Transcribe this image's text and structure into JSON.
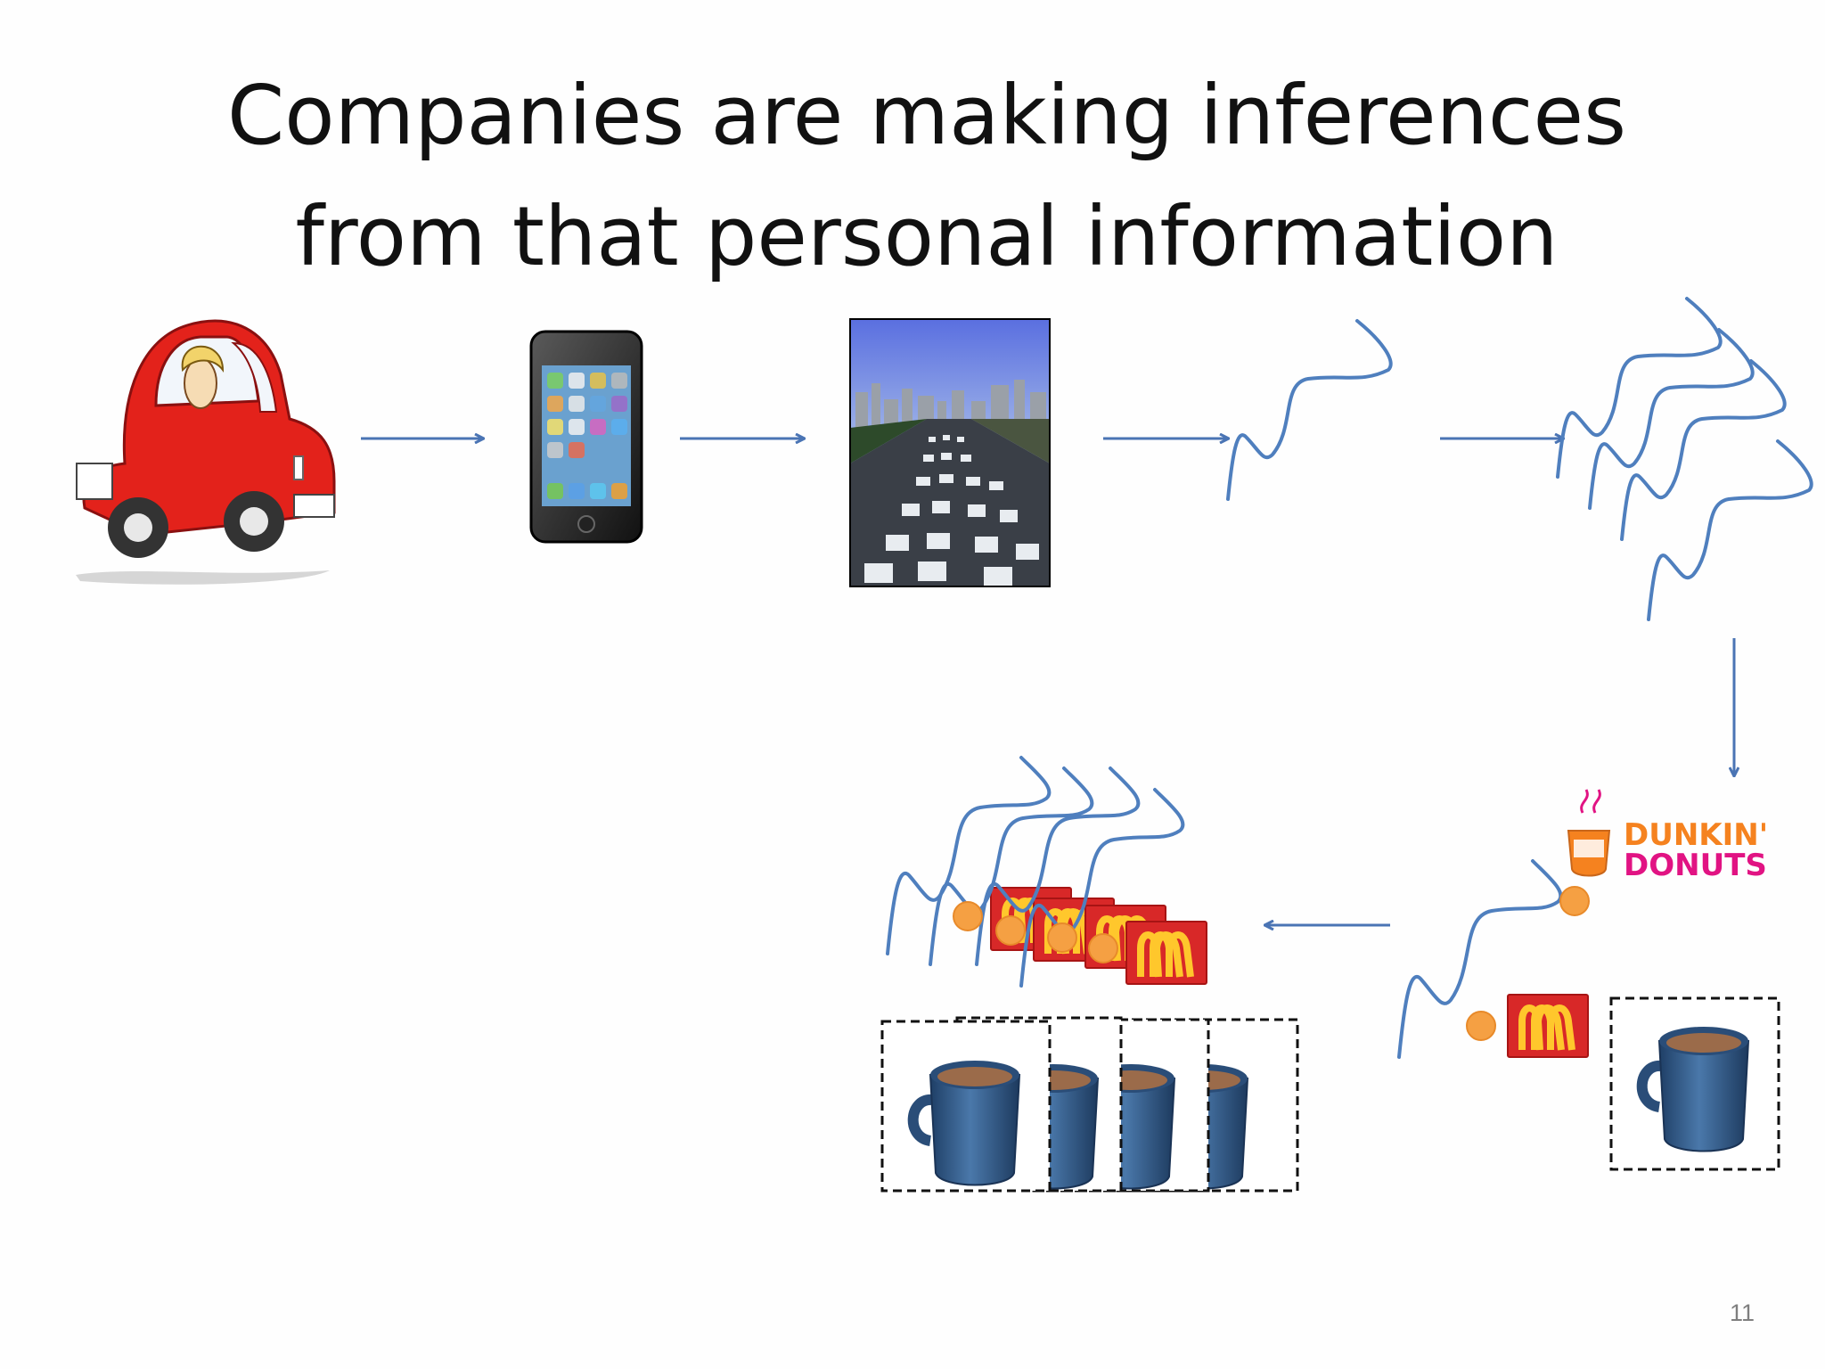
{
  "slide": {
    "title_line1": "Companies are making inferences",
    "title_line2": "from that personal information",
    "page_number": "11"
  },
  "logos": {
    "dunkin_line1": "DUNKIN'",
    "dunkin_line2": "DONUTS"
  },
  "icons": [
    "car-with-driver-icon",
    "smartphone-icon",
    "highway-traffic-photo",
    "trajectory-icon",
    "mcdonalds-logo-icon",
    "dunkin-donuts-logo-icon",
    "coffee-mug-icon"
  ],
  "colors": {
    "arrow": "#4a74b4",
    "trajectory": "#4f7fbe",
    "location_dot": "#f5a043",
    "mcdonalds_red": "#d82828",
    "mcdonalds_yellow": "#ffc72c",
    "dunkin_orange": "#f5821f",
    "dunkin_pink": "#e11383",
    "car_red": "#e3221b",
    "mug_blue": "#2f5a8a"
  }
}
